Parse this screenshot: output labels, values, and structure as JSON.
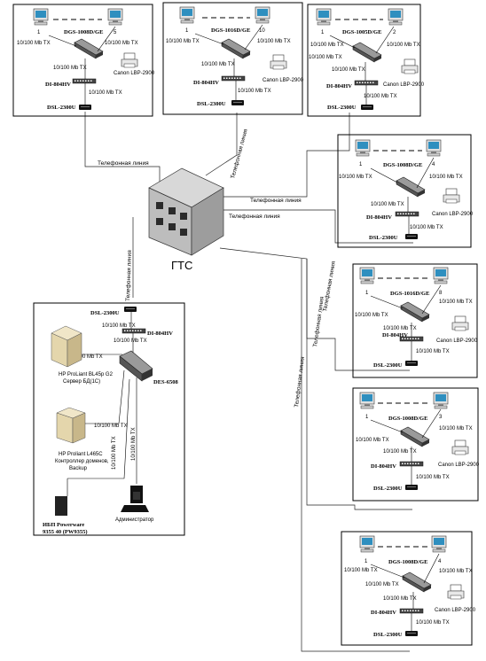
{
  "center": {
    "label": "ГТС",
    "phone_line": "Телефонная линия"
  },
  "office": {
    "dsl": "DSL-2300U",
    "router": "DI-804HV",
    "switch": "DES-6508",
    "link": "10/100 Mb TX",
    "server1": [
      "HP ProLiant BL45p G2",
      "Сервер БД(1С)"
    ],
    "server2": [
      "HP Proliant L465C",
      "Контроллер доменов,",
      "Backup"
    ],
    "ups": [
      "ИБП Powerware",
      "9355 40 (PW9355)"
    ],
    "admin": "Администратор"
  },
  "branches": [
    {
      "switch": "DGS-1008D/GE",
      "first": "1",
      "last": "5",
      "router": "DI-804HV",
      "dsl": "DSL-2300U",
      "printer": "Canon LBP-2900",
      "link": "10/100 Mb TX"
    },
    {
      "switch": "DGS-1016D/GE",
      "first": "1",
      "last": "10",
      "router": "DI-804HV",
      "dsl": "DSL-2300U",
      "printer": "Canon LBP-2900",
      "link": "10/100 Mb TX"
    },
    {
      "switch": "DGS-1005D/GE",
      "first": "1",
      "last": "2",
      "router": "DI-804HV",
      "dsl": "DSL-2300U",
      "printer": "Canon LBP-2900",
      "link": "10/100 Mb TX"
    },
    {
      "switch": "DGS-1008D/GE",
      "first": "1",
      "last": "4",
      "router": "DI-804HV",
      "dsl": "DSL-2300U",
      "printer": "Canon LBP-2900",
      "link": "10/100 Mb TX"
    },
    {
      "switch": "DGS-1016D/GE",
      "first": "1",
      "last": "8",
      "router": "DI-804HV",
      "dsl": "DSL-2300U",
      "printer": "Canon LBP-2900",
      "link": "10/100 Mb TX"
    },
    {
      "switch": "DGS-1008D/GE",
      "first": "1",
      "last": "3",
      "router": "DI-804HV",
      "dsl": "DSL-2300U",
      "printer": "Canon LBP-2900",
      "link": "10/100 Mb TX"
    },
    {
      "switch": "DGS-1008D/GE",
      "first": "1",
      "last": "4",
      "router": "DI-804HV",
      "dsl": "DSL-2300U",
      "printer": "Canon LBP-2900",
      "link": "10/100 Mb TX"
    }
  ]
}
